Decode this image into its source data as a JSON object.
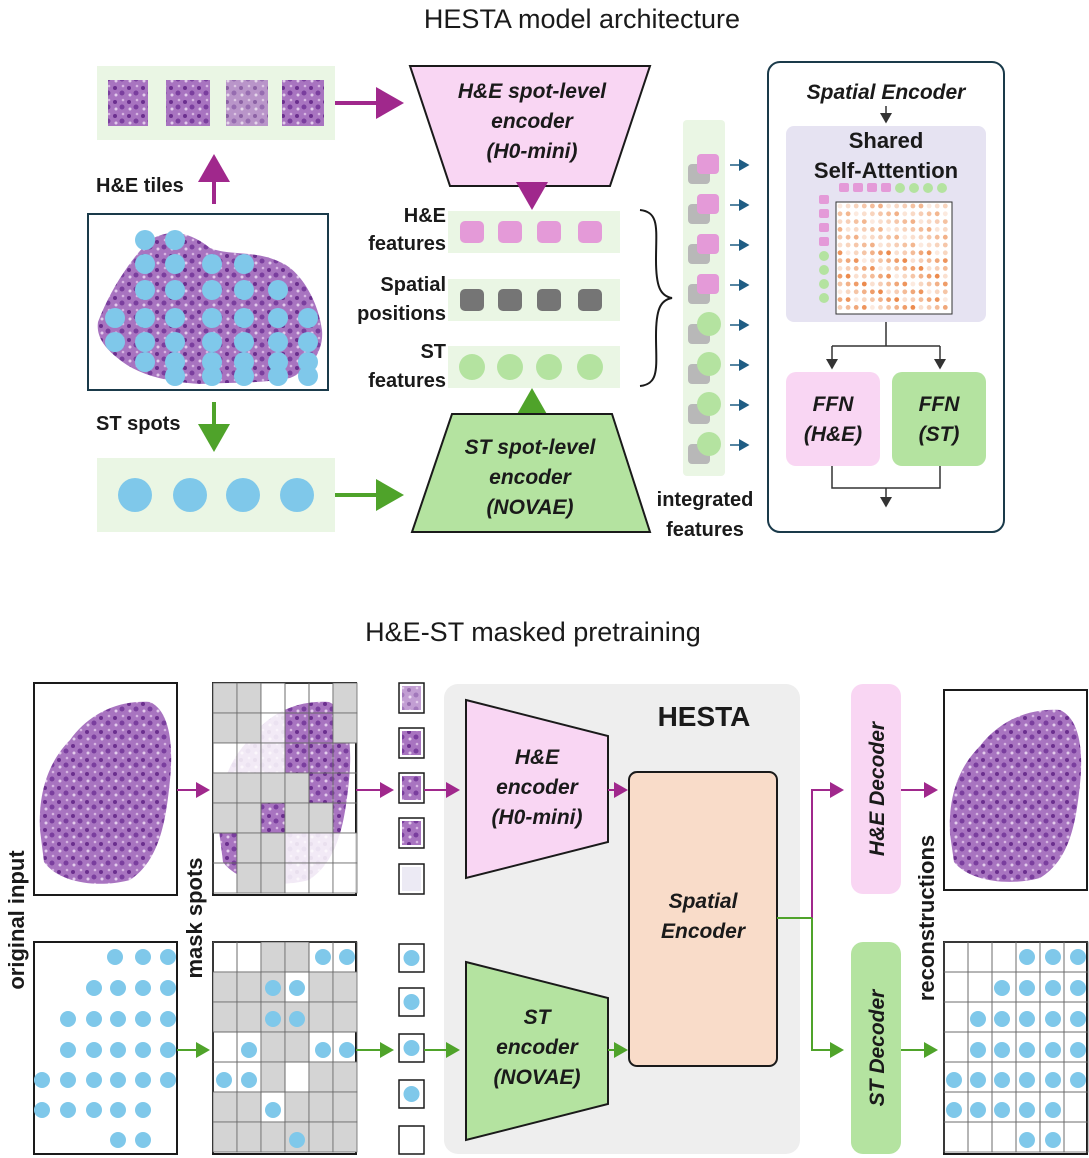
{
  "top": {
    "title": "HESTA model architecture",
    "he_tiles_label": "H&E tiles",
    "st_spots_label": "ST spots",
    "he_features": [
      "H&E",
      "features"
    ],
    "spatial_positions": [
      "Spatial",
      "positions"
    ],
    "st_features": [
      "ST",
      "features"
    ],
    "he_encoder": [
      "H&E spot-level",
      "encoder",
      "(H0-mini)"
    ],
    "st_encoder": [
      "ST spot-level",
      "encoder",
      "(NOVAE)"
    ],
    "integrated_features": [
      "integrated",
      "features"
    ],
    "spatial_encoder_title": "Spatial Encoder",
    "shared_attention": [
      "Shared",
      "Self-Attention"
    ],
    "ffn_he": [
      "FFN",
      "(H&E)"
    ],
    "ffn_st": [
      "FFN",
      "(ST)"
    ]
  },
  "bottom": {
    "title": "H&E-ST masked pretraining",
    "original_input": "original input",
    "mask_spots": "mask spots",
    "hesta": "HESTA",
    "he_encoder": [
      "H&E",
      "encoder",
      "(H0-mini)"
    ],
    "st_encoder": [
      "ST",
      "encoder",
      "(NOVAE)"
    ],
    "spatial_encoder": [
      "Spatial",
      "Encoder"
    ],
    "he_decoder": "H&E Decoder",
    "st_decoder": "ST Decoder",
    "reconstructions": "reconstructions"
  },
  "colors": {
    "he_pink": "#a0288c",
    "st_green": "#4fa32a",
    "spot_blue": "#7fc8ea",
    "he_feature": "#e49ad8",
    "st_feature": "#b4e3a0",
    "panel_green": "#eaf6e4",
    "encoder_pink": "#f9d6f3",
    "encoder_green": "#b4e3a0",
    "spatial_enc": "#f9dcc9",
    "hesta_bg": "#eeeeee",
    "attn_bg": "#e6e3f2",
    "arrow_blue": "#1f5d84"
  }
}
